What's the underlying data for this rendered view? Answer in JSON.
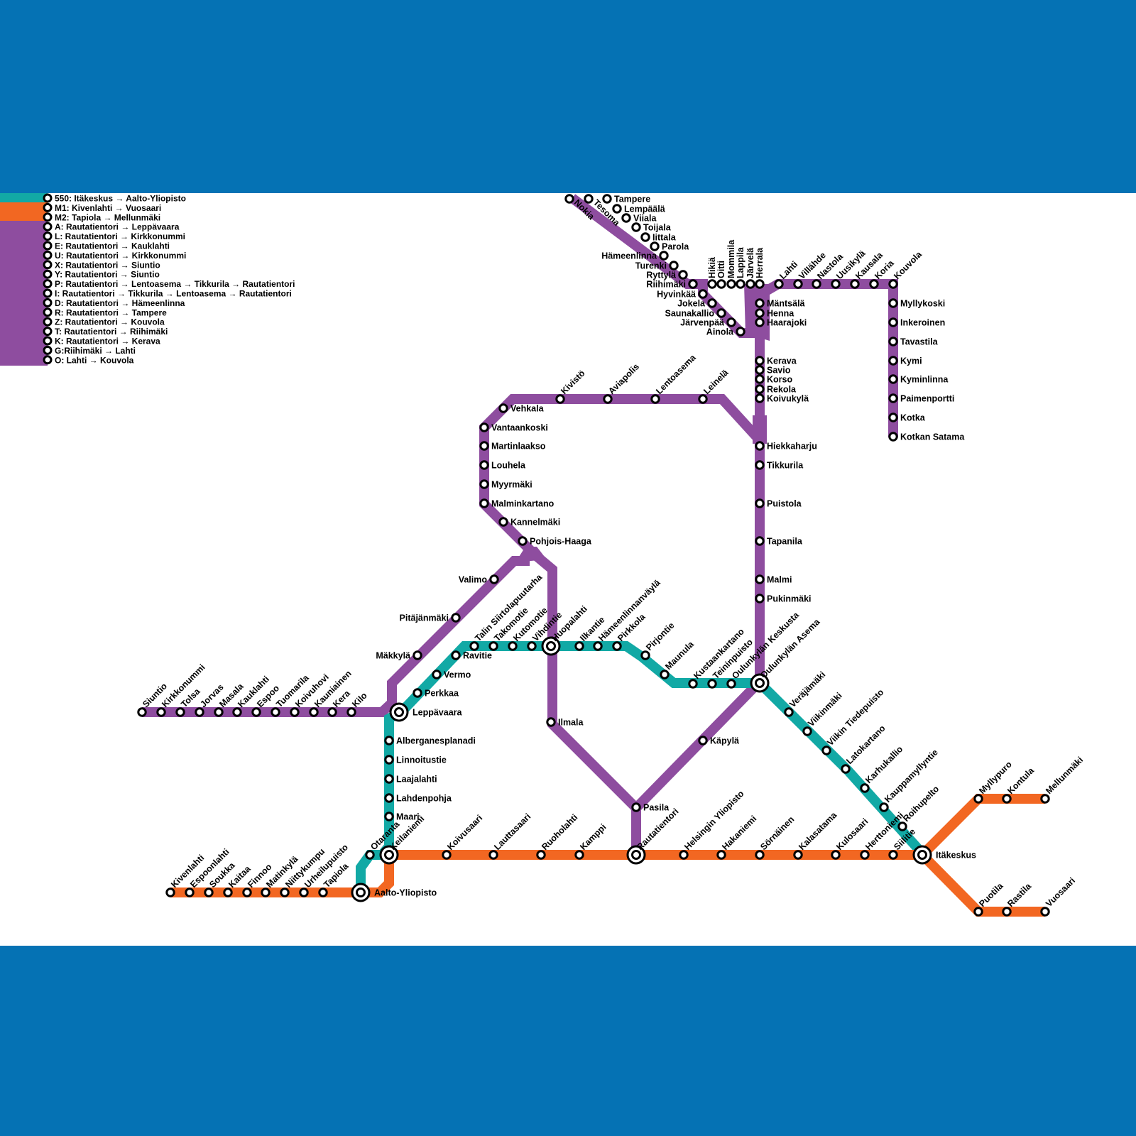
{
  "colors": {
    "background": "#ffffff",
    "band": "#0572b4",
    "bus": "#12a9a5",
    "metro": "#f26722",
    "rail": "#8e4d9f",
    "stop_fill": "#ffffff",
    "stop_stroke": "#000000"
  },
  "legend": [
    {
      "line": "bus",
      "text": "550: Itäkeskus → Aalto-Yliopisto"
    },
    {
      "line": "metro",
      "text": "M1: Kivenlahti → Vuosaari"
    },
    {
      "line": "metro",
      "text": "M2: Tapiola → Mellunmäki"
    },
    {
      "line": "rail",
      "text": "A: Rautatientori → Leppävaara"
    },
    {
      "line": "rail",
      "text": "L: Rautatientori → Kirkkonummi"
    },
    {
      "line": "rail",
      "text": "E: Rautatientori → Kauklahti"
    },
    {
      "line": "rail",
      "text": "U: Rautatientori → Kirkkonummi"
    },
    {
      "line": "rail",
      "text": "X: Rautatientori → Siuntio"
    },
    {
      "line": "rail",
      "text": "Y: Rautatientori → Siuntio"
    },
    {
      "line": "rail",
      "text": "P: Rautatientori → Lentoasema → Tikkurila → Rautatientori"
    },
    {
      "line": "rail",
      "text": "I: Rautatientori → Tikkurila → Lentoasema → Rautatientori"
    },
    {
      "line": "rail",
      "text": "D: Rautatientori → Hämeenlinna"
    },
    {
      "line": "rail",
      "text": "R: Rautatientori → Tampere"
    },
    {
      "line": "rail",
      "text": "Z: Rautatientori → Kouvola"
    },
    {
      "line": "rail",
      "text": "T: Rautatientori → Riihimäki"
    },
    {
      "line": "rail",
      "text": "K: Rautatientori → Kerava"
    },
    {
      "line": "rail",
      "text": "G:Riihimäki → Lahti"
    },
    {
      "line": "rail",
      "text": "O: Lahti → Kouvola"
    }
  ],
  "stations": {
    "tampere": "Tampere",
    "lempaala": "Lempäälä",
    "viiala": "Viiala",
    "toijala": "Toijala",
    "iittala": "Iittala",
    "parola": "Parola",
    "hameenlinna": "Hämeenlinna",
    "turenki": "Turenki",
    "ryttyla": "Ryttylä",
    "riihimaki": "Riihimäki",
    "hyvinkaa": "Hyvinkää",
    "jokela": "Jokela",
    "saunakallio": "Saunakallio",
    "jarvenpaa": "Järvenpää",
    "ainola": "Ainola",
    "nokia": "Nokia",
    "tesoma": "Tesoma",
    "hikila": "Hikiä",
    "oitti": "Oitti",
    "mommila": "Mommila",
    "lappila": "Lappila",
    "jarvela": "Järvelä",
    "herrala": "Herrala",
    "lahti": "Lahti",
    "villahde": "Villähde",
    "nastola": "Nastola",
    "uusikyla": "Uusikylä",
    "kausala": "Kausala",
    "koria": "Koria",
    "kouvola": "Kouvola",
    "myllykoski": "Myllykoski",
    "inkeroinen": "Inkeroinen",
    "tavastila": "Tavastila",
    "kymi": "Kymi",
    "kyminlinna": "Kyminlinna",
    "paimenportti": "Paimenportti",
    "kotka": "Kotka",
    "kotkan_satama": "Kotkan Satama",
    "mantsala": "Mäntsälä",
    "henna": "Henna",
    "haarajoki": "Haarajoki",
    "kerava": "Kerava",
    "savio": "Savio",
    "korso": "Korso",
    "rekola": "Rekola",
    "koivukyla": "Koivukylä",
    "hiekkaharju": "Hiekkaharju",
    "tikkurila": "Tikkurila",
    "puistola": "Puistola",
    "tapanila": "Tapanila",
    "malmi": "Malmi",
    "pukinmaki": "Pukinmäki",
    "kivisto": "Kivistö",
    "aviapolis": "Aviapolis",
    "lentoasema": "Lentoasema",
    "leinela": "Leinelä",
    "vehkala": "Vehkala",
    "vantaankoski": "Vantaankoski",
    "martinlaakso": "Martinlaakso",
    "louhela": "Louhela",
    "myyrmaki": "Myyrmäki",
    "malminkartano": "Malminkartano",
    "kannelmaki": "Kannelmäki",
    "pohjois_haaga": "Pohjois-Haaga",
    "valimo": "Valimo",
    "pitajanmaki": "Pitäjänmäki",
    "makkyla": "Mäkkylä",
    "leppavaara": "Leppävaara",
    "siuntio": "Siuntio",
    "kirkkonummi": "Kirkkonummi",
    "tolsa": "Tolsa",
    "jorvas": "Jorvas",
    "masala": "Masala",
    "kauklahti": "Kauklahti",
    "espoo": "Espoo",
    "tuomarila": "Tuomarila",
    "koivuhovi": "Koivuhovi",
    "kauniainen": "Kauniainen",
    "kera": "Kera",
    "kilo": "Kilo",
    "ilmala": "Ilmala",
    "pasila": "Pasila",
    "kapyla": "Käpylä",
    "rautatientori": "Rautatientori",
    "talin": "Talin Siirtolapuutarha",
    "takomotie": "Takomotie",
    "kutomotie": "Kutomotie",
    "vihdintie": "Vihdintie",
    "huopalahti": "Huopalahti",
    "ilkantie": "Ilkantie",
    "hameenlinnanvayla": "Hämeenlinnanväylä",
    "pirkkola": "Pirkkola",
    "pirjontie": "Pirjontie",
    "maunula": "Maunula",
    "kustaankartano": "Kustaankartano",
    "teininpuisto": "Teininpuisto",
    "oulunkylan_keskusta": "Oulunkylän Keskusta",
    "oulunkylan_asema": "Oulunkylän Asema",
    "ravitie": "Ravitie",
    "vermo": "Vermo",
    "perkkaa": "Perkkaa",
    "alberga": "Alberganesplanadi",
    "linnoitustie": "Linnoitustie",
    "laajalahti": "Laajalahti",
    "lahdenpohja": "Lahdenpohja",
    "maari": "Maari",
    "otaranta": "Otaranta",
    "keilaniemi": "Keilaniemi",
    "aalto": "Aalto-Yliopisto",
    "verajamaki": "Veräjämäki",
    "viikinmaki": "Viikinmäki",
    "viikin_tiedepuisto": "Viikin Tiedepuisto",
    "latokartano": "Latokartano",
    "karhukallio": "Karhukallio",
    "kauppamyllyntie": "Kauppamyllyntie",
    "roihupelto": "Roihupelto",
    "itakeskus": "Itäkeskus",
    "kivenlahti": "Kivenlahti",
    "espoonlahti": "Espoonlahti",
    "soukka": "Soukka",
    "kaitaa": "Kaitaa",
    "finnoo": "Finnoo",
    "matinkyla": "Matinkylä",
    "niittykumpu": "Niittykumpu",
    "urheilupuisto": "Urheilupuisto",
    "tapiola": "Tapiola",
    "koivusaari": "Koivusaari",
    "lauttasaari": "Lauttasaari",
    "ruoholahti": "Ruoholahti",
    "kamppi": "Kamppi",
    "helsingin_yliopisto": "Helsingin Yliopisto",
    "hakaniemi": "Hakaniemi",
    "sornainen": "Sörnäinen",
    "kalasatama": "Kalasatama",
    "kulosaari": "Kulosaari",
    "herttoniemi": "Herttoniemi",
    "siilitie": "Siilitie",
    "myllypuro": "Myllypuro",
    "kontula": "Kontula",
    "mellunmaki": "Mellunmäki",
    "puotila": "Puotila",
    "rastila": "Rastila",
    "vuosaari": "Vuosaari"
  }
}
